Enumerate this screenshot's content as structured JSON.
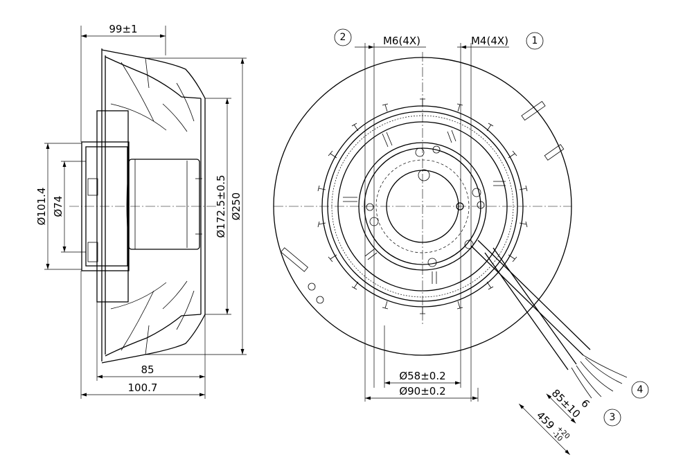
{
  "side_view": {
    "dimensions": {
      "depth_overall": "99±1",
      "flange_inner_diameter": "Ø101.4",
      "shaft_diameter": "Ø74",
      "inlet_diameter": "Ø172.5±0.5",
      "impeller_diameter": "Ø250",
      "rotor_depth": "85",
      "total_depth": "100.7"
    }
  },
  "front_view": {
    "dimensions": {
      "thread_m6": "M6(4X)",
      "thread_m4": "M4(4X)",
      "bolt_circle_small": "Ø58±0.2",
      "bolt_circle_large": "Ø90±0.2",
      "lead_strip_length": "85±10",
      "lead_tip_length": "6",
      "lead_total_length": "459",
      "lead_total_tolerance_upper": "+20",
      "lead_total_tolerance_lower": "-10"
    },
    "callouts": [
      "1",
      "2",
      "3",
      "4"
    ]
  }
}
